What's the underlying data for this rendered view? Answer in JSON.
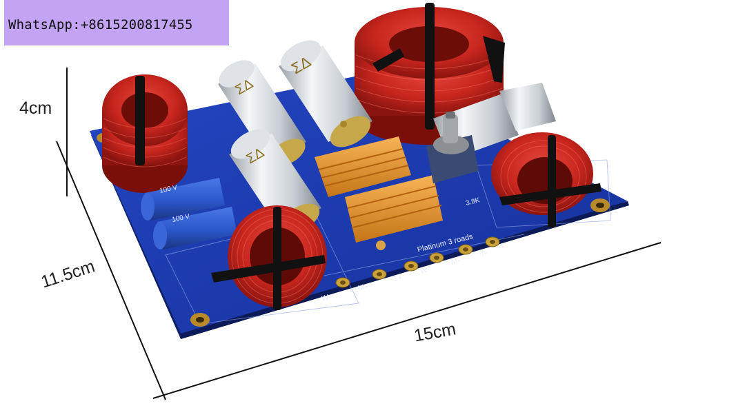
{
  "banner": {
    "text": "WhatsApp:+8615200817455"
  },
  "dimensions": {
    "height": "4cm",
    "depth": "11.5cm",
    "width": "15cm"
  },
  "board": {
    "brand_text": "Platinum 3 roads",
    "terminals": [
      "W+",
      "M+",
      "T+",
      "W-",
      "M-",
      "T-"
    ],
    "resistor_value": "3.8K",
    "capacitor_rating": "100 V",
    "capacitor_brand": "ΣΔ"
  },
  "colors": {
    "banner": "#c3a4f4",
    "pcb": "#1d3bb0",
    "coil_copper": "#c8261e",
    "resistor_gold": "#e3932c",
    "electrolytic_blue": "#2c57c9"
  }
}
